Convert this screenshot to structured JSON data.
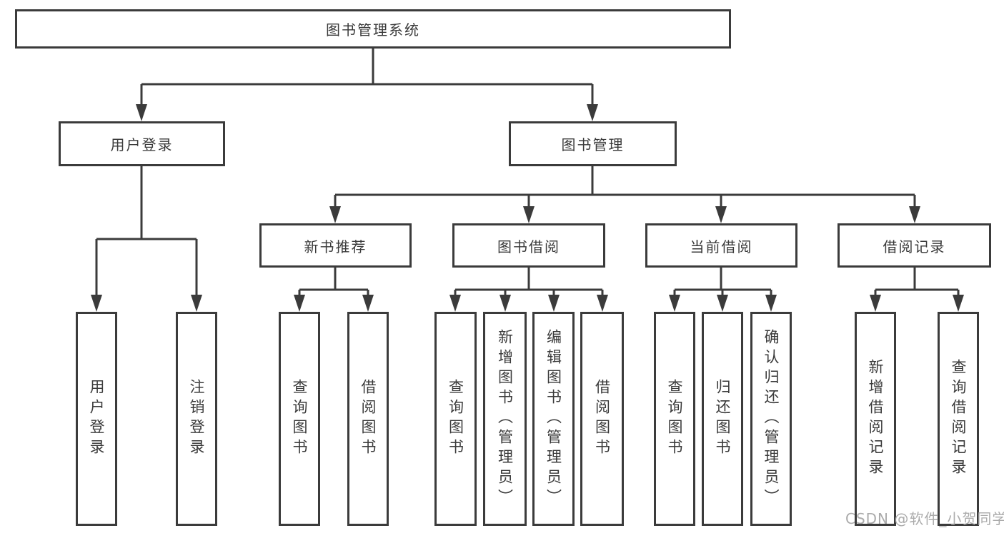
{
  "diagram": {
    "root": {
      "label": "图书管理系统"
    },
    "branches": [
      {
        "label": "用户登录",
        "leaves": [
          {
            "label": "用户登录"
          },
          {
            "label": "注销登录"
          }
        ]
      },
      {
        "label": "图书管理",
        "groups": [
          {
            "label": "新书推荐",
            "leaves": [
              {
                "label": "查询图书"
              },
              {
                "label": "借阅图书"
              }
            ]
          },
          {
            "label": "图书借阅",
            "leaves": [
              {
                "label": "查询图书"
              },
              {
                "label": "新增图书（管理员）"
              },
              {
                "label": "编辑图书（管理员）"
              },
              {
                "label": "借阅图书"
              }
            ]
          },
          {
            "label": "当前借阅",
            "leaves": [
              {
                "label": "查询图书"
              },
              {
                "label": "归还图书"
              },
              {
                "label": "确认归还（管理员）"
              }
            ]
          },
          {
            "label": "借阅记录",
            "leaves": [
              {
                "label": "新增借阅记录"
              },
              {
                "label": "查询借阅记录"
              }
            ]
          }
        ]
      }
    ]
  },
  "watermark": {
    "text": "CSDN @软件_小贺同学"
  },
  "colors": {
    "line": "#3b3b3b",
    "text": "#3a3a3a",
    "background": "#ffffff",
    "watermark": "#a3a3a3"
  }
}
